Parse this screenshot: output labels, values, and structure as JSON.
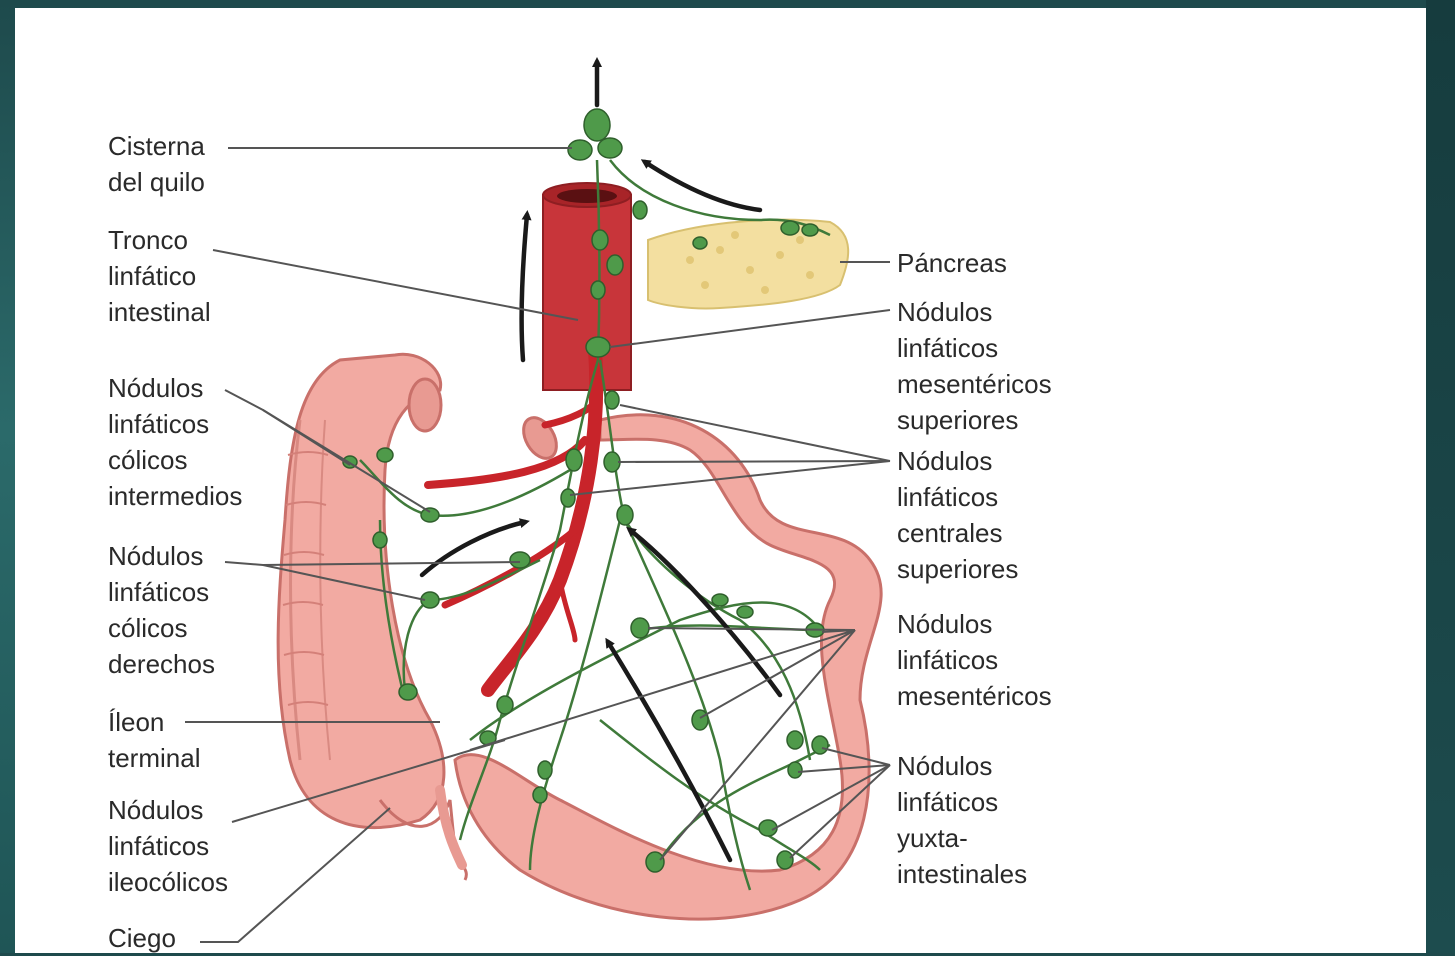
{
  "labels": {
    "cisterna": [
      "Cisterna",
      "del quilo"
    ],
    "tronco": [
      "Tronco",
      "linfático",
      "intestinal"
    ],
    "colicos_intermedios": [
      "Nódulos",
      "linfáticos",
      "cólicos",
      "intermedios"
    ],
    "colicos_derechos": [
      "Nódulos",
      "linfáticos",
      "cólicos",
      "derechos"
    ],
    "ileon": [
      "Íleon",
      "terminal"
    ],
    "ileocolicos": [
      "Nódulos",
      "linfáticos",
      "ileocólicos"
    ],
    "ciego": [
      "Ciego"
    ],
    "pancreas": [
      "Páncreas"
    ],
    "mesentericos_superiores": [
      "Nódulos",
      "linfáticos",
      "mesentéricos",
      "superiores"
    ],
    "centrales_superiores": [
      "Nódulos",
      "linfáticos",
      "centrales",
      "superiores"
    ],
    "mesentericos": [
      "Nódulos",
      "linfáticos",
      "mesentéricos"
    ],
    "yuxtaintestinales": [
      "Nódulos",
      "linfáticos",
      "yuxta-",
      "intestinales"
    ]
  },
  "colors": {
    "background": "#2b6a6a",
    "colon": "#f0a8a0",
    "artery": "#c8242a",
    "aorta": "#c8353a",
    "lymph": "#3f7a3a",
    "node": "#4f9a4a",
    "pancreas": "#f3dfa0",
    "arrow": "#1a1a1a",
    "leader_line": "#555555"
  }
}
